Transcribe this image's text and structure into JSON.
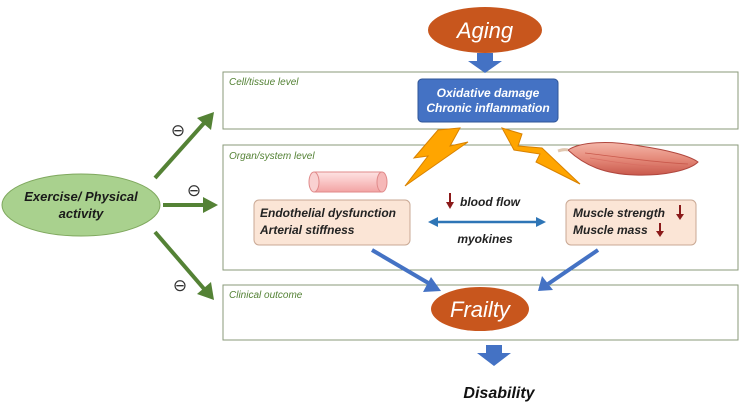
{
  "top_node": {
    "label": "Aging"
  },
  "levels": {
    "cell": {
      "label": "Cell/tissue  level"
    },
    "organ": {
      "label": "Organ/system  level"
    },
    "clinical": {
      "label": "Clinical outcome"
    }
  },
  "cell_box": {
    "line1": "Oxidative damage",
    "line2": "Chronic inflammation"
  },
  "vascular_box": {
    "line1": "Endothelial dysfunction",
    "line2": "Arterial stiffness"
  },
  "muscle_box": {
    "line1": "Muscle strength",
    "line2": "Muscle mass"
  },
  "middle": {
    "top_label": "blood flow",
    "bottom_label": "myokines"
  },
  "exercise": {
    "line1": "Exercise/ Physical",
    "line2": "activity"
  },
  "inhibit_symbol": "⊖",
  "frailty": {
    "label": "Frailty"
  },
  "disability": {
    "label": "Disability"
  },
  "colors": {
    "aging_orange": "#c8561d",
    "blue_arrow": "#4472c4",
    "blue_box": "#4472c4",
    "green": "#548235",
    "green_ellipse": "#a9d18e",
    "peach_box": "#fbe5d6",
    "level_label": "#548235",
    "down_arrow": "#8b1a1a",
    "double_arrow": "#2e75b6",
    "lightning": "#ffa500"
  },
  "icons": [
    "artery-icon",
    "muscle-icon",
    "lightning-icon"
  ]
}
